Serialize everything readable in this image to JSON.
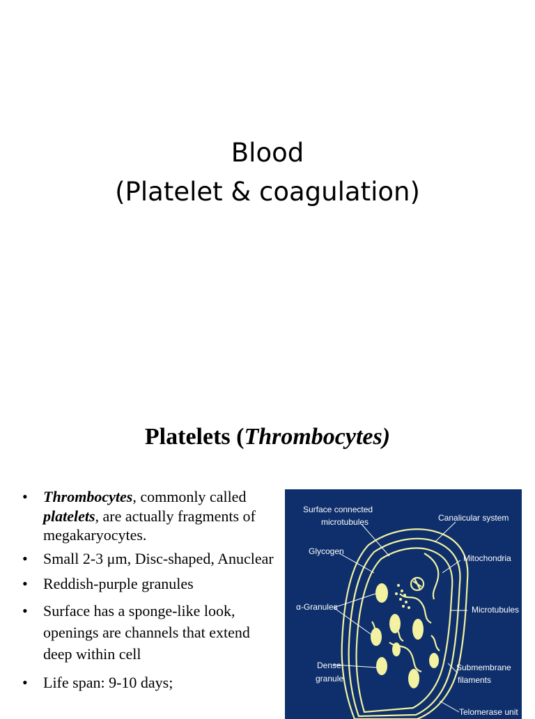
{
  "slide1": {
    "title_line1": "Blood",
    "title_line2": "(Platelet & coagulation)"
  },
  "slide2": {
    "heading_plain": "Platelets (",
    "heading_italic": "Thrombocytes)",
    "bullets": [
      {
        "term": "Thrombocytes",
        "text_a": ", commonly called ",
        "term2": "platelets",
        "text_b": ", are actually fragments of megakaryocytes."
      },
      {
        "text": "Small 2-3 μm, Disc-shaped, Anuclear"
      },
      {
        "text": "Reddish-purple granules"
      },
      {
        "text": "Surface has a sponge-like look, openings are channels that extend deep within cell"
      },
      {
        "text": "Life span: 9-10 days;"
      }
    ],
    "diagram": {
      "background_color": "#0e2f6b",
      "line_color": "#f2f2a0",
      "labels": {
        "surface_connected_1": "Surface connected",
        "surface_connected_2": "microtubules",
        "canalicular": "Canalicular system",
        "glycogen": "Glycogen",
        "mitochondria": "Mitochondria",
        "alpha_granules": "α-Granules",
        "microtubules": "Microtubules",
        "dense_1": "Dense",
        "dense_2": "granule",
        "submembrane_1": "Submembrane",
        "submembrane_2": "filaments",
        "telomerase": "Telomerase unit"
      }
    }
  }
}
